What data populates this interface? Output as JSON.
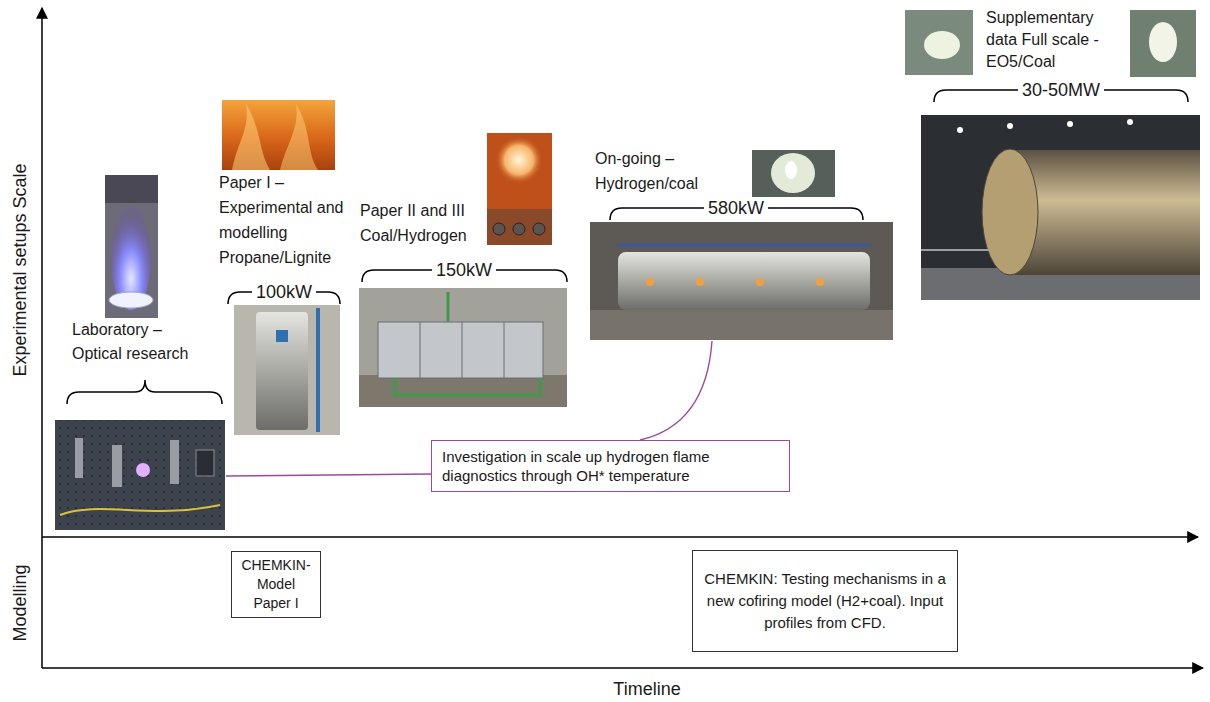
{
  "diagram": {
    "nodes": [
      {
        "text": [
          "Investigation in scale up hydrogen flame diagnostics through OH* temperature"
        ]
      },
      {
        "text": [
          "CHEMKIN- Model Paper I"
        ]
      },
      {
        "text": [
          "CHEMKIN: Testing mechanisms in a new cofiring model (H2+coal). Input profiles from CFD."
        ]
      }
    ],
    "labels": [
      "Experimental setups Scale",
      "Modelling",
      "Timeline",
      "Laboratory – Optical research",
      "Paper I – Experimental and modelling Propane/Lignite",
      "100kW",
      "Paper II and III Coal/Hydrogen",
      "150kW",
      "On-going – Hydrogen/coal",
      "580kW",
      "Supplementary data Full scale - EO5/Coal",
      "30-50MW"
    ]
  }
}
